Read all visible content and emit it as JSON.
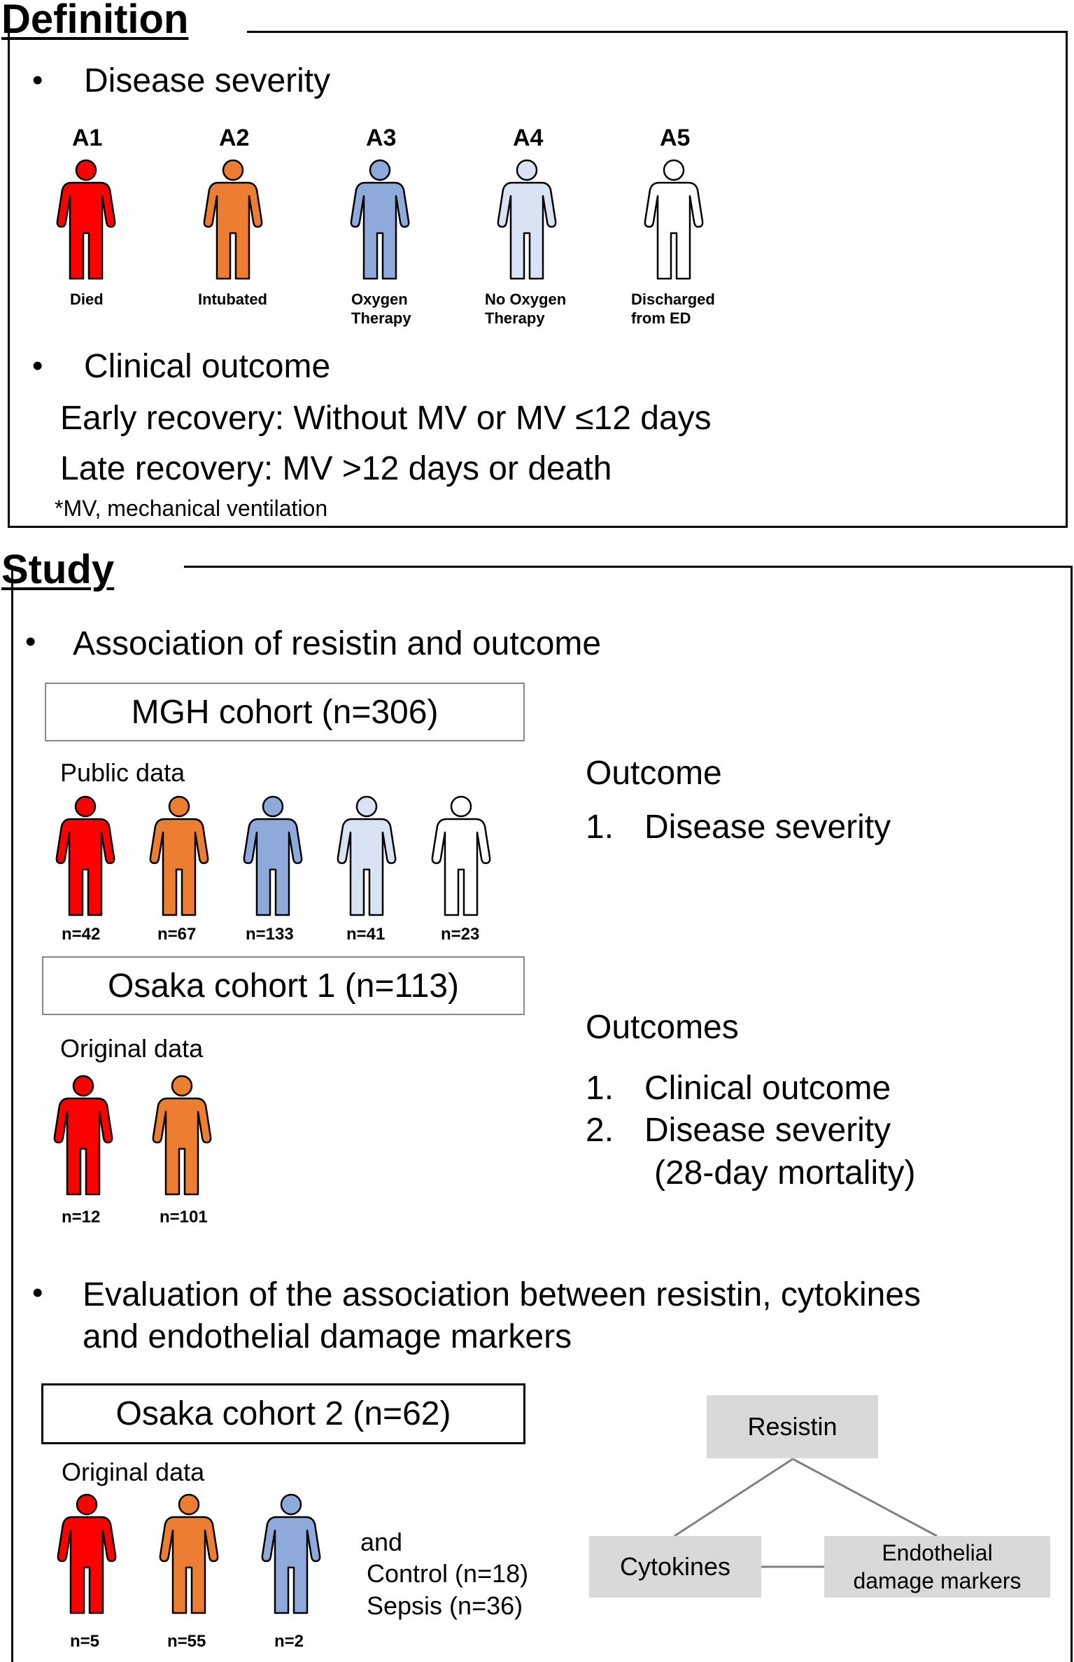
{
  "definition": {
    "heading": "Definition",
    "severity_bullet": "Disease severity",
    "levels": [
      {
        "code": "A1",
        "caption": "Died",
        "color": "#ff0000"
      },
      {
        "code": "A2",
        "caption": "Intubated",
        "color": "#ed7d31"
      },
      {
        "code": "A3",
        "caption": "Oxygen\nTherapy",
        "color": "#8eaadb"
      },
      {
        "code": "A4",
        "caption": "No Oxygen\nTherapy",
        "color": "#dae3f3"
      },
      {
        "code": "A5",
        "caption": "Discharged\nfrom ED",
        "color": "#ffffff"
      }
    ],
    "outcome_bullet": "Clinical outcome",
    "early": "Early recovery: Without MV or MV ≤12 days",
    "late": "Late recovery: MV >12 days or death",
    "footnote": "*MV, mechanical ventilation"
  },
  "study": {
    "heading": "Study",
    "bullet1": "Association of resistin and outcome",
    "mgh": {
      "title": "MGH cohort (n=306)",
      "source": "Public data",
      "counts": [
        "n=42",
        "n=67",
        "n=133",
        "n=41",
        "n=23"
      ],
      "outcome_title": "Outcome",
      "outcome_items": [
        {
          "num": "1.",
          "text": "Disease severity"
        }
      ]
    },
    "osaka1": {
      "title": "Osaka  cohort 1 (n=113)",
      "source": "Original data",
      "counts": [
        "n=12",
        "n=101"
      ],
      "outcome_title": "Outcomes",
      "outcome_items": [
        {
          "num": "1.",
          "text": "Clinical outcome"
        },
        {
          "num": "2.",
          "text": "Disease severity"
        }
      ],
      "outcome_sub": "(28-day mortality)"
    },
    "bullet2_line1": "Evaluation of the association between resistin, cytokines",
    "bullet2_line2": "and endothelial damage markers",
    "osaka2": {
      "title": "Osaka  cohort 2 (n=62)",
      "source": "Original data",
      "counts": [
        "n=5",
        "n=55",
        "n=2"
      ],
      "and": "and",
      "control": "Control (n=18)",
      "sepsis": "Sepsis  (n=36)"
    },
    "network": {
      "top": "Resistin",
      "left": "Cytokines",
      "right": "Endothelial\ndamage markers"
    }
  },
  "colors": {
    "red": "#ff0000",
    "orange": "#ed7d31",
    "blue": "#8eaadb",
    "lightblue": "#dae3f3",
    "white": "#ffffff",
    "node_gray": "#d9d9d9"
  }
}
